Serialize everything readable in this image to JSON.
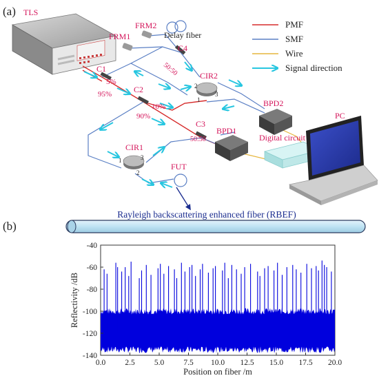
{
  "panel_a": {
    "tag": "(a)",
    "labels": {
      "tls": "TLS",
      "frm2": "FRM2",
      "frm1": "FRM1",
      "delay": "Delay fiber",
      "c4": "C4",
      "c4_ratio": "50:50",
      "c1": "C1",
      "c2": "C2",
      "c3": "C3",
      "c3_ratio": "50:50",
      "p5": "5%",
      "p95": "95%",
      "p10": "10%",
      "p90": "90%",
      "cir1": "CIR1",
      "cir2": "CIR2",
      "bpd1": "BPD1",
      "bpd2": "BPD2",
      "pc": "PC",
      "digital": "Digital circuit",
      "fut": "FUT",
      "port1": "1",
      "port2": "2",
      "port3": "3"
    },
    "legend": [
      {
        "label": "PMF",
        "color": "#d62a2a"
      },
      {
        "label": "SMF",
        "color": "#5a7fc4"
      },
      {
        "label": "Wire",
        "color": "#e6b53c"
      },
      {
        "label": "Signal direction",
        "color": "#27c6e0"
      }
    ]
  },
  "panel_b": {
    "tag": "(b)",
    "fiber_label": "Rayleigh backscattering enhanced fiber (RBEF)"
  },
  "chart_data": {
    "type": "line",
    "xlabel": "Position on fiber /m",
    "ylabel": "Reflectivity /dB",
    "xlim": [
      0,
      20
    ],
    "ylim": [
      -140,
      -40
    ],
    "xticks": [
      "0.0",
      "2.5",
      "5.0",
      "7.5",
      "10.0",
      "12.5",
      "15.0",
      "17.5",
      "20.0"
    ],
    "yticks": [
      "-40",
      "-60",
      "-80",
      "-100",
      "-120",
      "-140"
    ],
    "series_color": "#0000dd",
    "baseline_band_db": [
      -135,
      -100
    ],
    "spike_positions_m": [
      0.3,
      0.55,
      1.3,
      1.45,
      1.8,
      2.1,
      2.4,
      2.6,
      3.3,
      3.5,
      3.9,
      4.3,
      4.9,
      5.1,
      5.4,
      5.8,
      6.3,
      6.5,
      6.9,
      7.2,
      7.6,
      7.8,
      8.1,
      8.5,
      8.7,
      9.2,
      9.6,
      9.8,
      10.4,
      10.6,
      10.9,
      11.2,
      11.6,
      12.0,
      12.3,
      12.8,
      13.4,
      13.6,
      14.0,
      14.3,
      14.8,
      15.1,
      15.5,
      15.9,
      16.4,
      16.7,
      17.1,
      17.6,
      18.0,
      18.4,
      18.6,
      18.9,
      19.1,
      19.3,
      19.7
    ],
    "spike_peaks_db": [
      -62,
      -66,
      -56,
      -60,
      -64,
      -60,
      -68,
      -55,
      -70,
      -63,
      -58,
      -67,
      -61,
      -57,
      -66,
      -59,
      -62,
      -70,
      -56,
      -64,
      -60,
      -58,
      -68,
      -62,
      -57,
      -65,
      -61,
      -59,
      -63,
      -56,
      -70,
      -58,
      -62,
      -66,
      -60,
      -57,
      -64,
      -68,
      -61,
      -59,
      -63,
      -56,
      -67,
      -60,
      -58,
      -62,
      -65,
      -57,
      -61,
      -59,
      -63,
      -54,
      -58,
      -60,
      -64
    ]
  }
}
